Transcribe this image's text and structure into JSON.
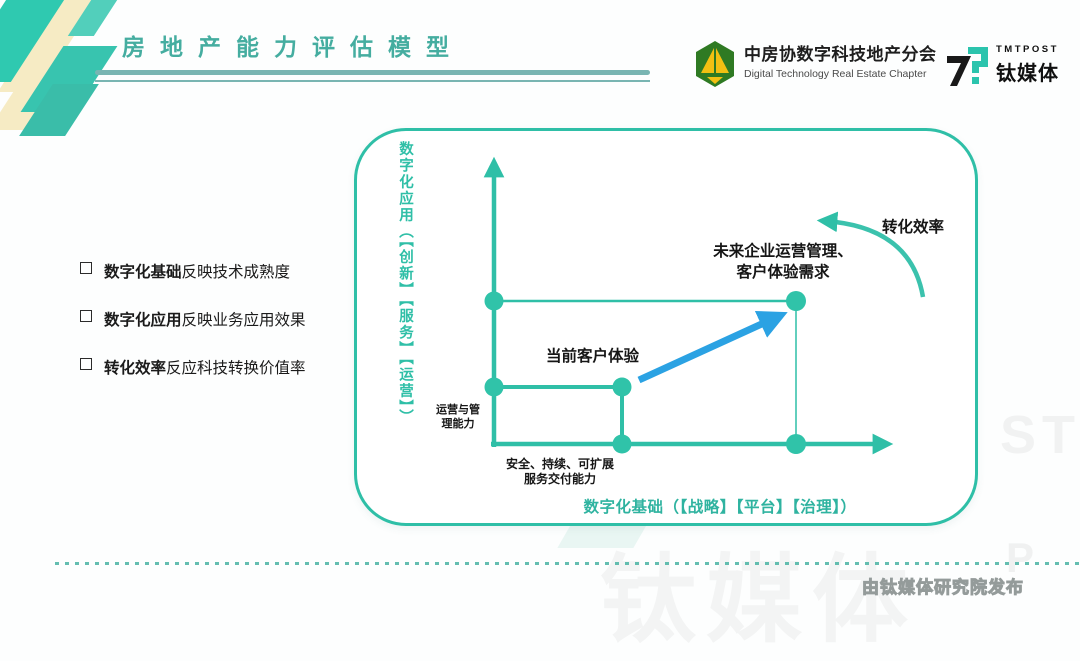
{
  "slide": {
    "title": "房地产能力评估模型"
  },
  "logos": {
    "association": {
      "name": "中房协数字科技地产分会",
      "subtitle": "Digital Technology Real Estate Chapter"
    },
    "tmtpost": {
      "wordmark": "TMTPOST",
      "name_cn": "钛媒体"
    }
  },
  "bullets": [
    {
      "term": "数字化基础",
      "desc": "反映技术成熟度"
    },
    {
      "term": "数字化应用",
      "desc": "反映业务应用效果"
    },
    {
      "term": "转化效率",
      "desc": "反应科技转换价值率"
    }
  ],
  "diagram": {
    "y_axis_label": "数字化应用（【创新】【服务】【运营】）",
    "x_axis_label": "数字化基础（【战略】【平台】【治理】）",
    "conversion_label": "转化效率",
    "future_label_line1": "未来企业运营管理、",
    "future_label_line2": "客户体验需求",
    "current_label": "当前客户体验",
    "ops_label_line1": "运营与管",
    "ops_label_line2": "理能力",
    "delivery_label_line1": "安全、持续、可扩展",
    "delivery_label_line2": "服务交付能力"
  },
  "footer": {
    "publisher": "由钛媒体研究院发布"
  },
  "watermarks": {
    "st": "ST",
    "brand": "钛媒体",
    "app": "P"
  },
  "colors": {
    "accent_teal": "#2fbfa7",
    "title_teal": "#45ada0",
    "underline_teal": "#79b5b2",
    "arrow_blue": "#2ba2e3",
    "logo_green": "#2f7a23",
    "logo_yellow": "#f2c012",
    "tmt_teal": "#2bc4ad",
    "cream": "#f6ebc4"
  }
}
